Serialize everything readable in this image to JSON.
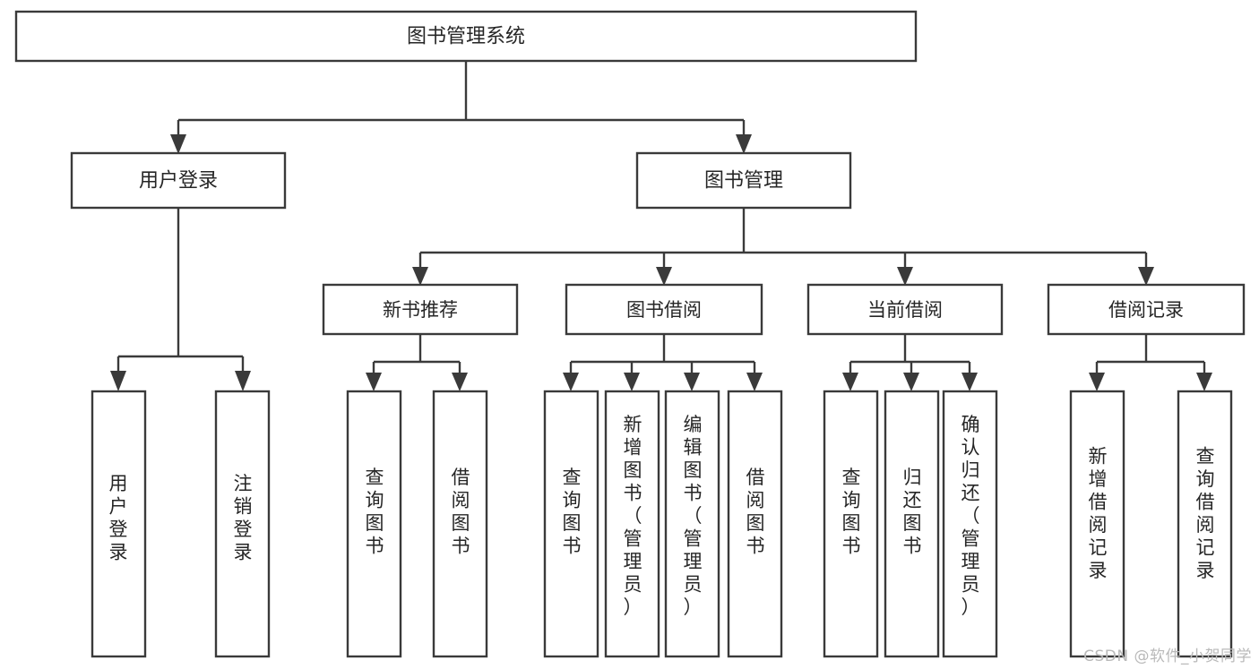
{
  "diagram": {
    "kind": "tree-structure-chart",
    "root": {
      "id": "root",
      "label": "图书管理系统"
    },
    "level2": [
      {
        "id": "user-login",
        "label": "用户登录"
      },
      {
        "id": "book-manage",
        "label": "图书管理"
      }
    ],
    "level3": [
      {
        "id": "new-book-recommend",
        "label": "新书推荐",
        "parent": "book-manage"
      },
      {
        "id": "book-borrow",
        "label": "图书借阅",
        "parent": "book-manage"
      },
      {
        "id": "current-borrow",
        "label": "当前借阅",
        "parent": "book-manage"
      },
      {
        "id": "borrow-record",
        "label": "借阅记录",
        "parent": "book-manage"
      }
    ],
    "leaves": [
      {
        "id": "leaf-user-login",
        "label": "用户登录",
        "parent": "user-login"
      },
      {
        "id": "leaf-logout-login",
        "label": "注销登录",
        "parent": "user-login"
      },
      {
        "id": "leaf-query-book-1",
        "label": "查询图书",
        "parent": "new-book-recommend"
      },
      {
        "id": "leaf-borrow-book-1",
        "label": "借阅图书",
        "parent": "new-book-recommend"
      },
      {
        "id": "leaf-query-book-2",
        "label": "查询图书",
        "parent": "book-borrow"
      },
      {
        "id": "leaf-add-book",
        "label": "新增图书（管理员）",
        "parent": "book-borrow"
      },
      {
        "id": "leaf-edit-book",
        "label": "编辑图书（管理员）",
        "parent": "book-borrow"
      },
      {
        "id": "leaf-borrow-book-2",
        "label": "借阅图书",
        "parent": "book-borrow"
      },
      {
        "id": "leaf-query-book-3",
        "label": "查询图书",
        "parent": "current-borrow"
      },
      {
        "id": "leaf-return-book",
        "label": "归还图书",
        "parent": "current-borrow"
      },
      {
        "id": "leaf-confirm-return",
        "label": "确认归还（管理员）",
        "parent": "current-borrow"
      },
      {
        "id": "leaf-add-record",
        "label": "新增借阅记录",
        "parent": "borrow-record"
      },
      {
        "id": "leaf-query-record",
        "label": "查询借阅记录",
        "parent": "borrow-record"
      }
    ]
  },
  "watermark": {
    "text": "CSDN @软件_小贺同学"
  },
  "colors": {
    "stroke": "#3a3a3a",
    "box_fill": "#ffffff",
    "text": "#262626",
    "background": "#ffffff",
    "watermark": "#b9b9b9"
  }
}
